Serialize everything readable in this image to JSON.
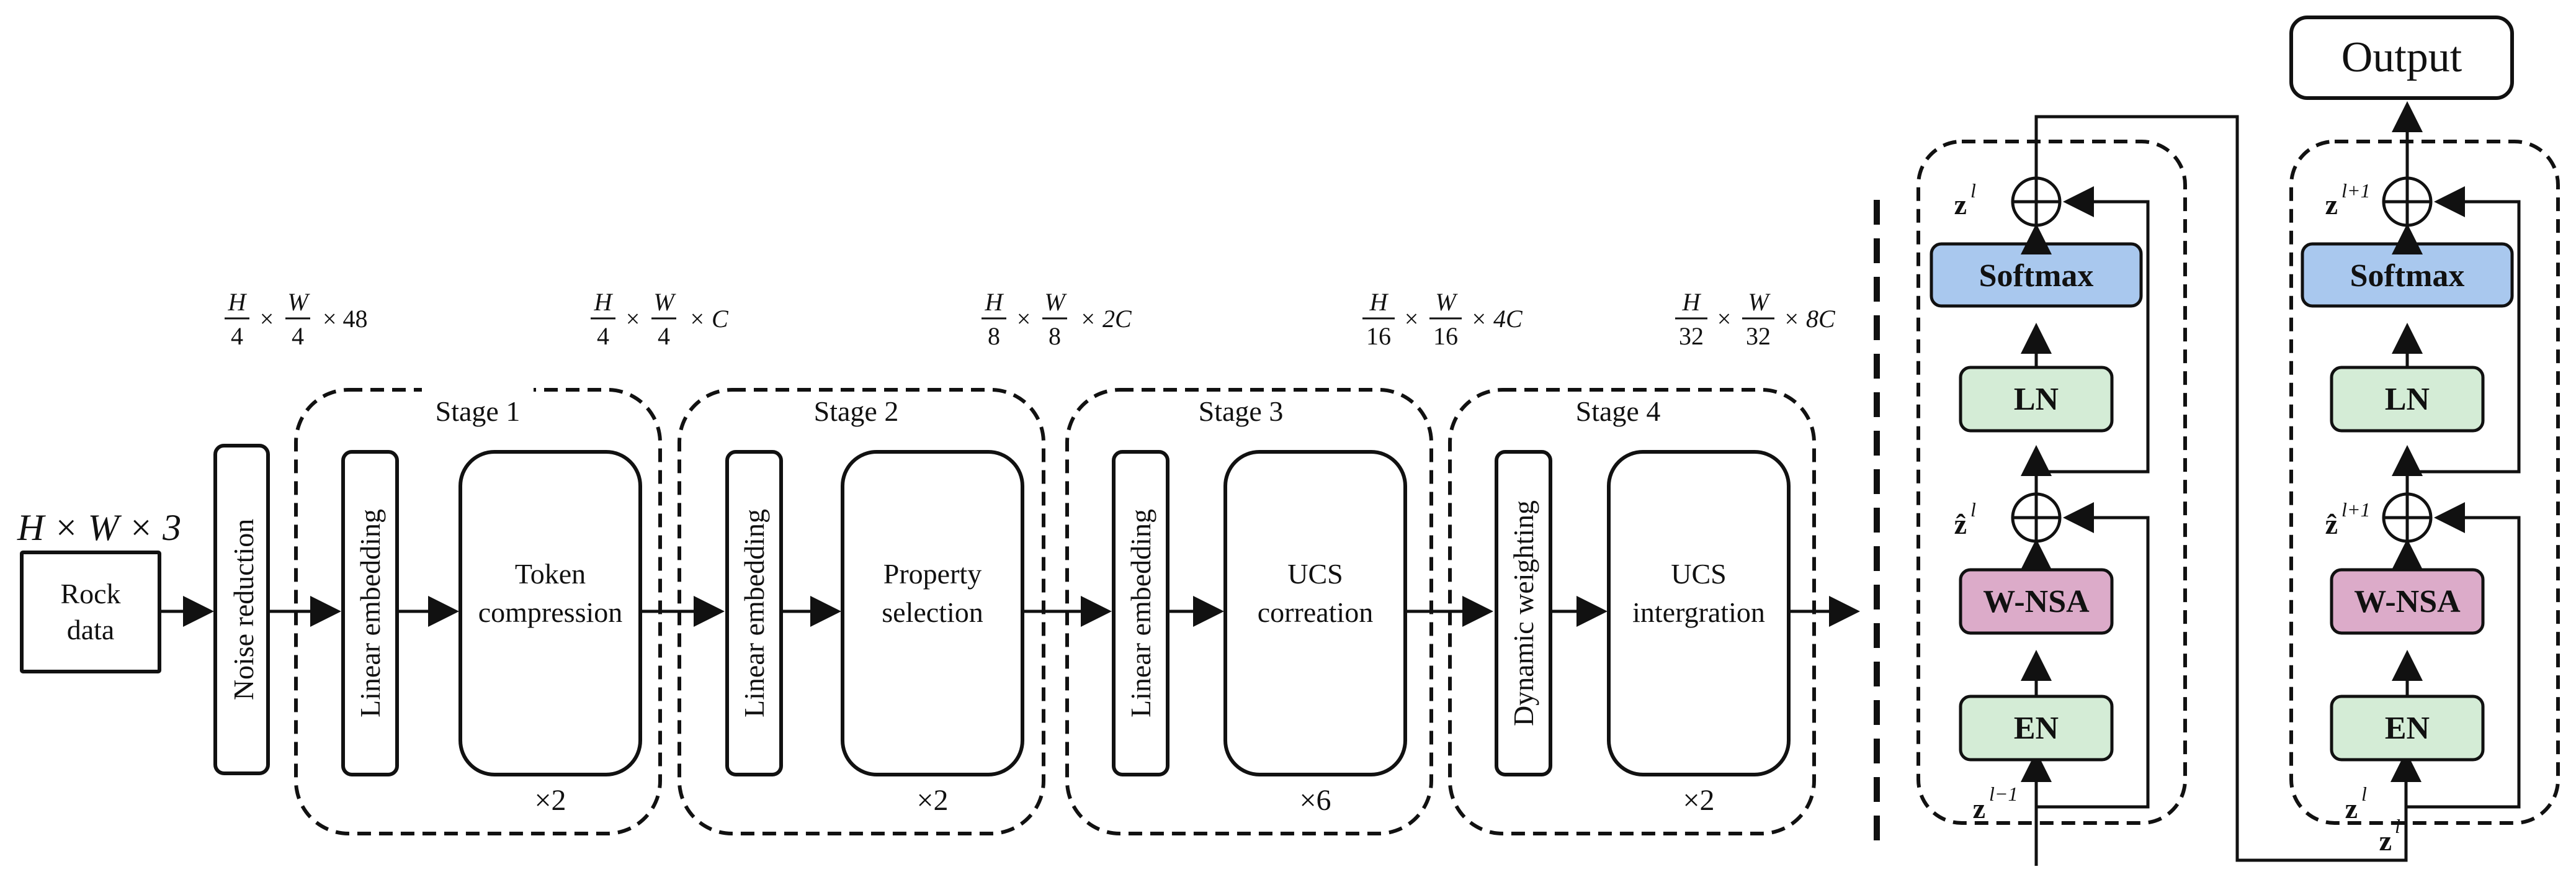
{
  "input": {
    "dim": "H × W × 3",
    "label_line1": "Rock",
    "label_line2": "data"
  },
  "noise_reduction": "Noise reduction",
  "dims": {
    "d0": {
      "n1": "H",
      "d1": "4",
      "n2": "W",
      "d2": "4",
      "tail": "× 48"
    },
    "d1": {
      "n1": "H",
      "d1": "4",
      "n2": "W",
      "d2": "4",
      "tail": "× C"
    },
    "d2": {
      "n1": "H",
      "d1": "8",
      "n2": "W",
      "d2": "8",
      "tail": "× 2C"
    },
    "d3": {
      "n1": "H",
      "d1": "16",
      "n2": "W",
      "d2": "16",
      "tail": "× 4C"
    },
    "d4": {
      "n1": "H",
      "d1": "32",
      "n2": "W",
      "d2": "32",
      "tail": "× 8C"
    },
    "times": "×"
  },
  "stages": [
    {
      "title": "Stage 1",
      "embed": "Linear embedding",
      "block_line1": "Token",
      "block_line2": "compression",
      "mult": "×2"
    },
    {
      "title": "Stage 2",
      "embed": "Linear embedding",
      "block_line1": "Property",
      "block_line2": "selection",
      "mult": "×2"
    },
    {
      "title": "Stage 3",
      "embed": "Linear embedding",
      "block_line1": "UCS",
      "block_line2": "correation",
      "mult": "×6"
    },
    {
      "title": "Stage 4",
      "embed": "Dynamic weighting",
      "block_line1": "UCS",
      "block_line2": "intergration",
      "mult": "×2"
    }
  ],
  "blocks": {
    "left": {
      "softmax": "Softmax",
      "ln": "LN",
      "wnsa": "W-NSA",
      "en": "EN",
      "top_z": "z",
      "top_sup": "l",
      "mid_z": "ẑ",
      "mid_sup": "l",
      "bot_z": "z",
      "bot_sup": "l−1"
    },
    "right": {
      "softmax": "Softmax",
      "ln": "LN",
      "wnsa": "W-NSA",
      "en": "EN",
      "top_z": "z",
      "top_sup": "l+1",
      "mid_z": "ẑ",
      "mid_sup": "l+1",
      "bot_z": "z",
      "bot_sup": "l"
    },
    "link_z": "z",
    "link_sup": "l"
  },
  "output": "Output",
  "colors": {
    "softmax": "#a9c8ee",
    "ln": "#d4ecd6",
    "wnsa": "#dcabc9",
    "en": "#d4ecd6",
    "stroke": "#111111"
  }
}
